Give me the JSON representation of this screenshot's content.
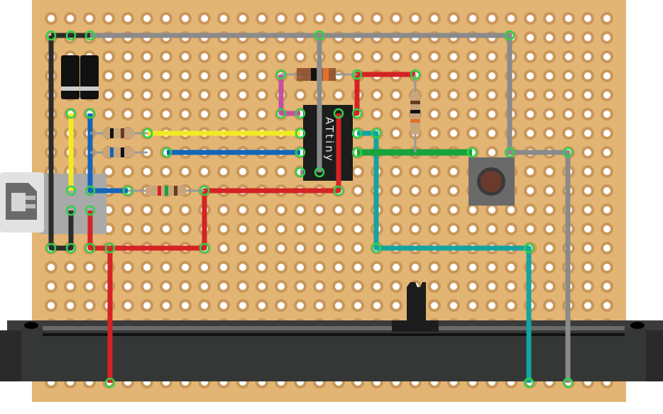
{
  "board": {
    "type": "stripboard",
    "color": "#e2b574"
  },
  "chip": {
    "label": "ATtiny"
  },
  "colors": {
    "black_wire": "#2b2b2b",
    "gray_wire": "#8a8a8a",
    "yellow_wire": "#f2e928",
    "blue_wire": "#1565b8",
    "red_wire": "#d42323",
    "magenta_wire": "#c2519e",
    "teal_wire": "#14a3a0",
    "green_wire": "#18a33c"
  },
  "components": [
    "usb-connector",
    "capacitor",
    "capacitor",
    "resistor",
    "resistor",
    "resistor",
    "resistor",
    "diode",
    "microcontroller",
    "push-button",
    "slide-potentiometer"
  ]
}
